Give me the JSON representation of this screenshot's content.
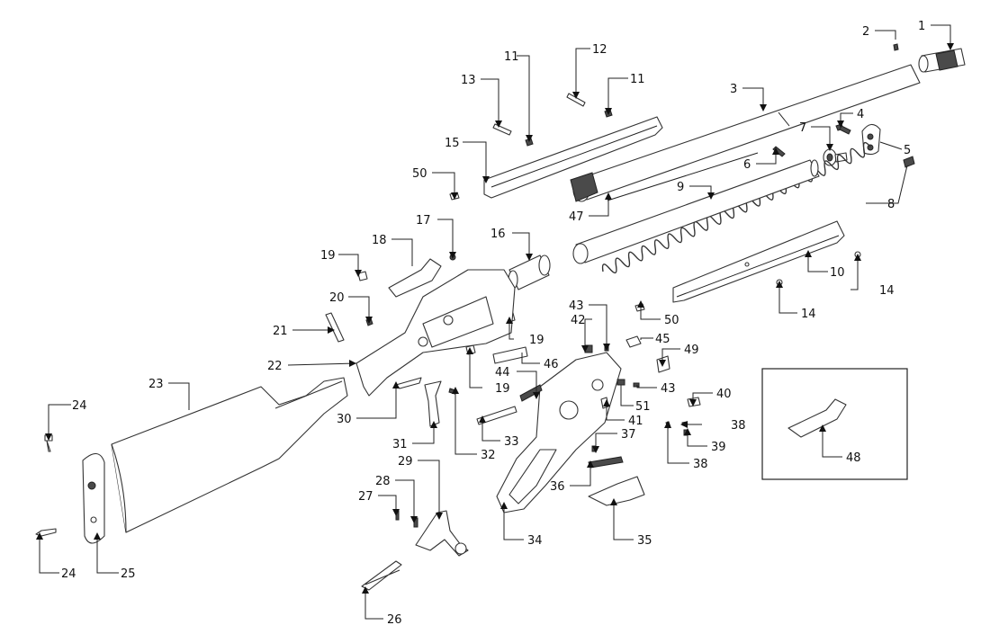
{
  "callouts": [
    "1",
    "2",
    "3",
    "4",
    "5",
    "6",
    "7",
    "8",
    "9",
    "10",
    "11",
    "11",
    "12",
    "13",
    "14",
    "14",
    "15",
    "16",
    "17",
    "18",
    "19",
    "19",
    "19",
    "20",
    "21",
    "22",
    "23",
    "24",
    "24",
    "25",
    "26",
    "27",
    "28",
    "29",
    "30",
    "31",
    "32",
    "33",
    "34",
    "35",
    "36",
    "37",
    "38",
    "38",
    "39",
    "40",
    "41",
    "42",
    "43",
    "43",
    "44",
    "45",
    "46",
    "47",
    "48",
    "49",
    "50",
    "50",
    "51"
  ],
  "colors": {
    "line": "#333333",
    "dark_part": "#4a4a4a",
    "background": "#ffffff"
  }
}
